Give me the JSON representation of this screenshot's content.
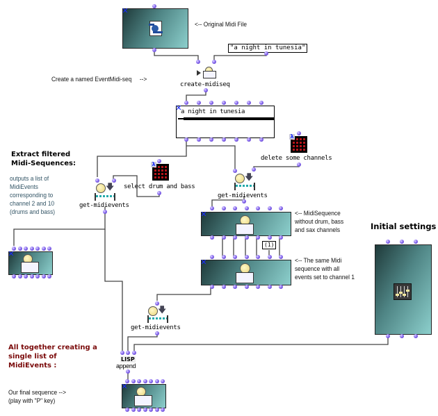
{
  "comments": {
    "original_midi_file": "<-- Original Midi File",
    "create_named": "Create a named EventMidi-seq     -->",
    "extract_heading": "Extract filtered\nMidi-Sequences:",
    "outputs_list": "outputs a list of\nMidiEvents\ncorresponding to\nchannel 2 and 10\n(drums and bass)",
    "midisequence_without": "<-- MidiSequence\nwithout drum, bass\nand sax channels",
    "same_midi": "<-- The same Midi\nsequence with all\nevents set to channel 1",
    "initial_settings": "Initial settings",
    "all_together": "All together creating a\nsingle list of\nMidiEvents :",
    "final_sequence": "Our final sequence -->\n(play with \"P\" key)"
  },
  "boxes": {
    "title_string": "\"a night in tunesia\"",
    "create_midiseq": "create-midiseq",
    "seq_name": "a night in tunesia",
    "select_drum_bass": "select drum and bass",
    "delete_channels": "delete some channels",
    "get_midievents_1": "get-midievents",
    "get_midievents_2": "get-midievents",
    "get_midievents_3": "get-midievents",
    "channel_constant": "(1)",
    "lisp_label": "LISP",
    "append": "append"
  },
  "icons": {
    "midifile": "midi-file-icon",
    "patch": "lambda-patch-icon",
    "sequence": "midi-sequence-icon",
    "mixer": "mixer-settings-icon",
    "close": "close-x-icon"
  },
  "colors": {
    "port": "#6a4fe0",
    "box_dark": "#1f3a3a",
    "box_light": "#8ccfcc",
    "red_heading": "#7a0a0a",
    "blue_comment": "#335566",
    "patch_red": "#b5141a",
    "close_x": "#1a2bff"
  }
}
